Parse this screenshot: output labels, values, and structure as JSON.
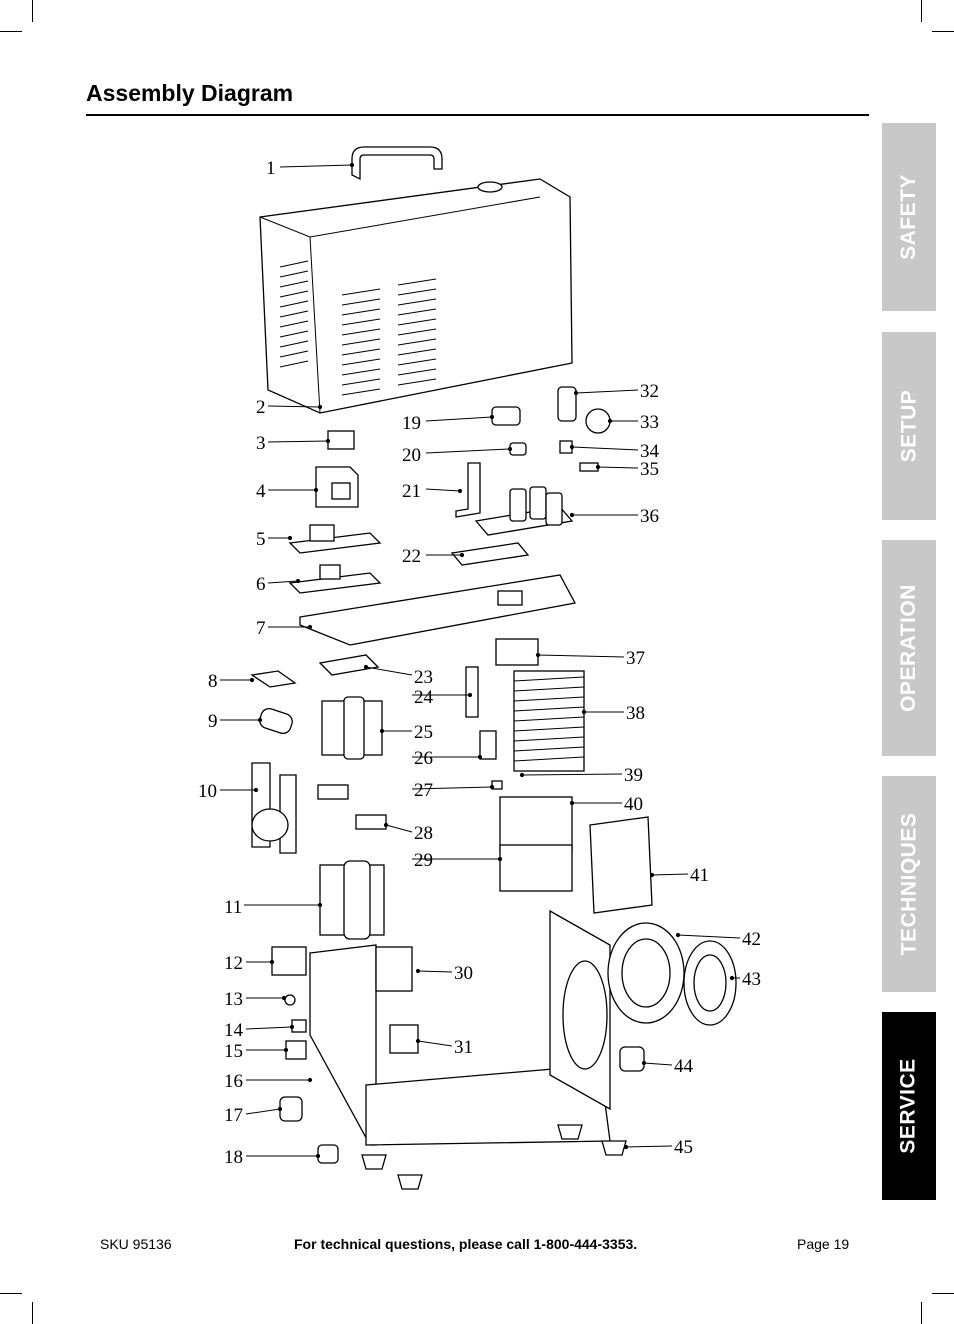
{
  "page_title": "Assembly Diagram",
  "tabs": [
    {
      "label": "SAFETY",
      "active": false
    },
    {
      "label": "SETUP",
      "active": false
    },
    {
      "label": "OPERATION",
      "active": false
    },
    {
      "label": "TECHNIQUES",
      "active": false
    },
    {
      "label": "SERVICE",
      "active": true
    }
  ],
  "footer": {
    "sku": "SKU 95136",
    "support": "For technical questions, please call 1-800-444-3353.",
    "page": "Page 19"
  },
  "part_numbers": [
    "1",
    "2",
    "3",
    "4",
    "5",
    "6",
    "7",
    "8",
    "9",
    "10",
    "11",
    "12",
    "13",
    "14",
    "15",
    "16",
    "17",
    "18",
    "19",
    "20",
    "21",
    "22",
    "23",
    "24",
    "25",
    "26",
    "27",
    "28",
    "29",
    "30",
    "31",
    "32",
    "33",
    "34",
    "35",
    "36",
    "37",
    "38",
    "39",
    "40",
    "41",
    "42",
    "43",
    "44",
    "45"
  ]
}
